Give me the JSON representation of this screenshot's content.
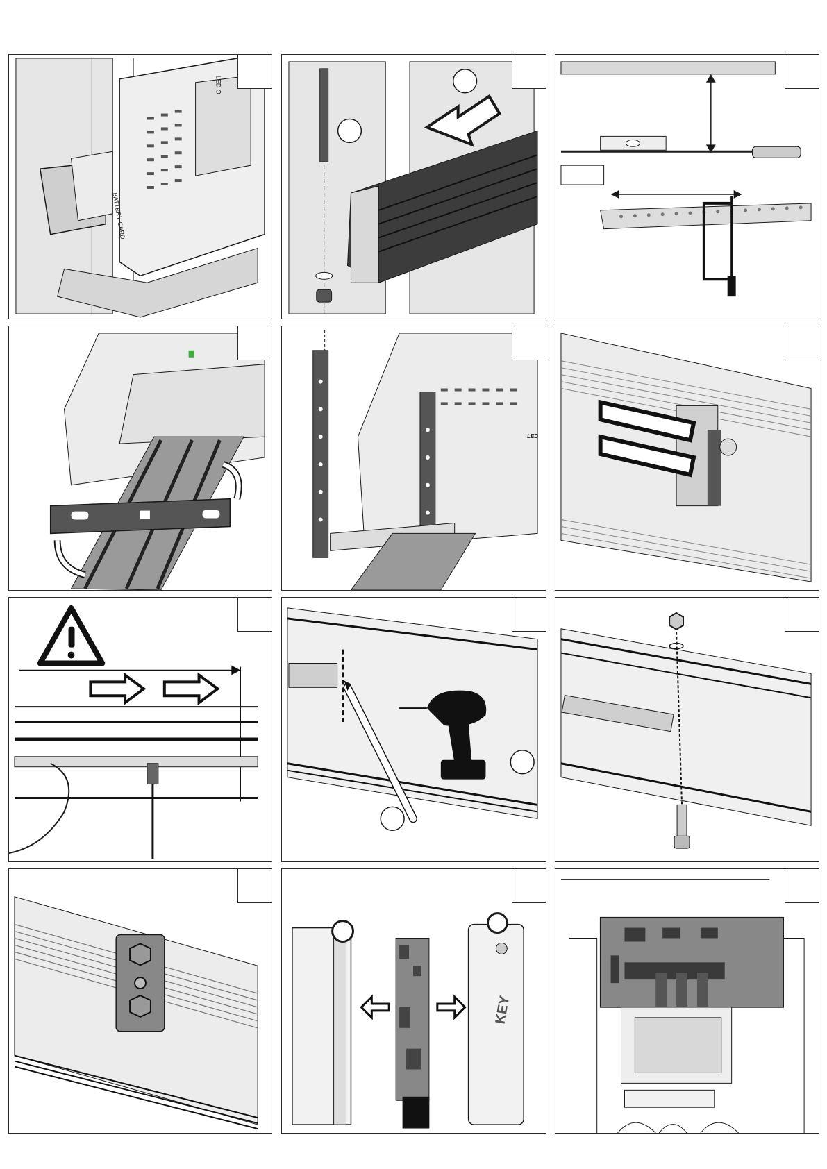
{
  "page": {
    "panels": [
      {
        "id": "battery-card-install",
        "labels": {
          "card": "BATTERY CARD",
          "led": "LED O"
        }
      },
      {
        "id": "rail-bolt-fixing",
        "labels": {}
      },
      {
        "id": "level-measure",
        "labels": {}
      },
      {
        "id": "rotate-bracket",
        "labels": {}
      },
      {
        "id": "hanging-brackets",
        "labels": {
          "led": "LED"
        }
      },
      {
        "id": "cable-ties-cut",
        "labels": {}
      },
      {
        "id": "warning-push",
        "labels": {}
      },
      {
        "id": "drill-hole",
        "labels": {}
      },
      {
        "id": "bolt-through-rail",
        "labels": {}
      },
      {
        "id": "plate-mounted",
        "labels": {}
      },
      {
        "id": "key-module-swap",
        "labels": {
          "key": "KEY"
        }
      },
      {
        "id": "board-detail",
        "labels": {}
      }
    ],
    "colors": {
      "line": "#1a1a1a",
      "shade": "#d9d9d9",
      "midshade": "#9a9a9a",
      "dark": "#3c3c3c",
      "led": "#3cb43c"
    }
  }
}
